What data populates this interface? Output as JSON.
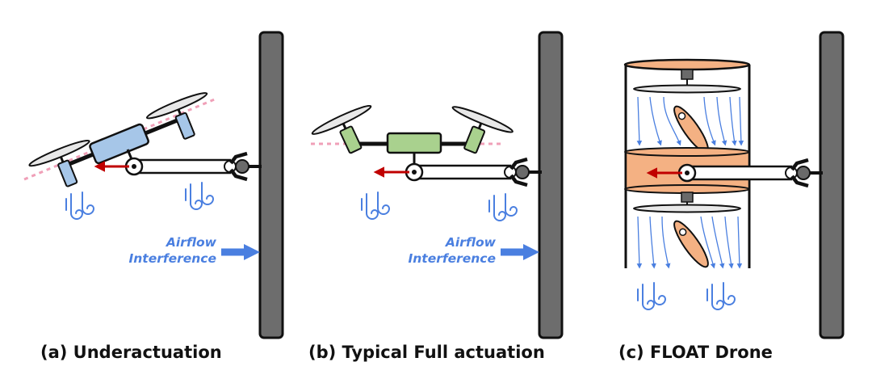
{
  "captions": {
    "a": "(a) Underactuation",
    "b": "(b) Typical Full actuation",
    "c": "(c) FLOAT Drone"
  },
  "airflow_label": {
    "line1": "Airflow",
    "line2": "Interference"
  },
  "colors": {
    "wall": "#6d6d6d",
    "body_a": "#a6c6e8",
    "body_b": "#a9d18e",
    "body_c": "#f4b183",
    "force_arrow": "#c00000",
    "airflow": "#4a7fe0",
    "thrust_line": "#f0a0b8"
  },
  "icons": [
    "wind-gust-icon",
    "force-arrow-icon",
    "gripper-icon",
    "propeller-icon",
    "wall-icon"
  ]
}
